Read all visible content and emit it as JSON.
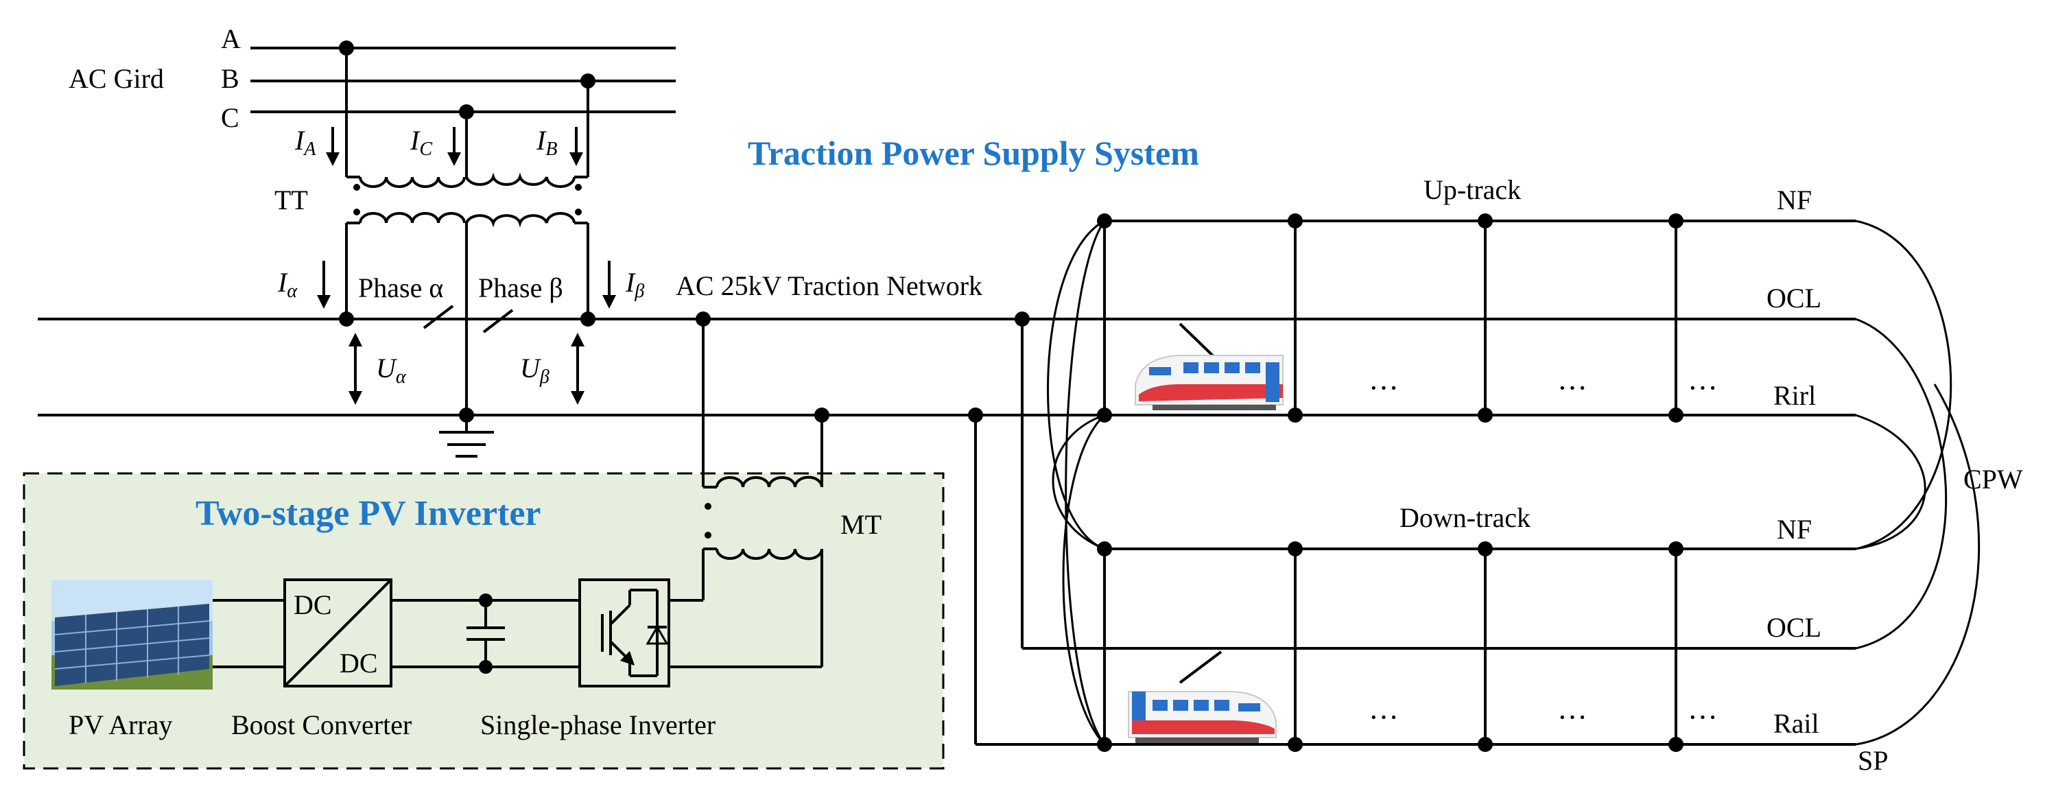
{
  "labels": {
    "title": "Traction Power Supply System",
    "ac_grid": "AC Gird",
    "phase_a": "A",
    "phase_b": "B",
    "phase_c": "C",
    "ia": "I",
    "ia_sub": "A",
    "ic": "I",
    "ic_sub": "C",
    "ib": "I",
    "ib_sub": "B",
    "tt": "TT",
    "ialpha": "I",
    "ialpha_sub": "α",
    "ibeta": "I",
    "ibeta_sub": "β",
    "phase_alpha": "Phase α",
    "phase_beta": "Phase β",
    "ualpha": "U",
    "ualpha_sub": "α",
    "ubeta": "U",
    "ubeta_sub": "β",
    "traction_network": "AC 25kV Traction Network",
    "up_track": "Up-track",
    "down_track": "Down-track",
    "nf_up": "NF",
    "ocl_up": "OCL",
    "rail_up": "Rirl",
    "nf_down": "NF",
    "ocl_down": "OCL",
    "rail_down": "Rail",
    "cpw": "CPW",
    "sp": "SP",
    "mt": "MT",
    "pv_box_title": "Two-stage PV Inverter",
    "dc_top": "DC",
    "dc_bottom": "DC",
    "pv_array": "PV Array",
    "boost_converter": "Boost Converter",
    "inverter": "Single-phase Inverter",
    "ellipsis": "···"
  },
  "colors": {
    "title": "#1f78c8",
    "pv_box_fill": "#e6eedd",
    "train_red": "#e0393f",
    "train_blue": "#2a6fc9"
  },
  "icons": [
    "photovoltaic-panel-icon",
    "train-icon",
    "igbt-switch-icon",
    "capacitor-icon",
    "ground-icon"
  ]
}
